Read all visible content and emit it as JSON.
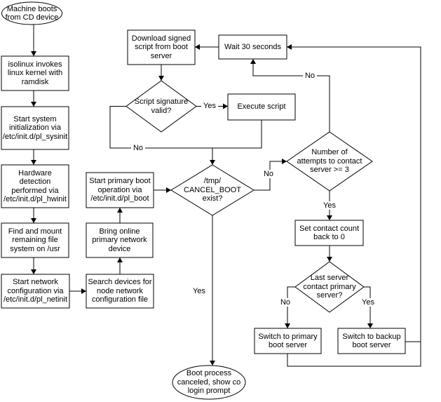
{
  "diagram": {
    "background": "#ffffff",
    "line_color": "#000000",
    "text_color": "#000000"
  },
  "nodes": {
    "machine_boots": {
      "shape": "ellipse",
      "label": "Machine boots\nfrom CD device"
    },
    "isolinux": {
      "shape": "box",
      "label": "isolinux invokes\nlinux kernel with\nramdisk"
    },
    "sysinit": {
      "shape": "box",
      "label": "Start system\ninitialization via\n/etc/init.d/pl_sysinit"
    },
    "hwinit": {
      "shape": "box",
      "label": "Hardware\ndetection\nperformed via\n/etc/init.d/pl_hwinit"
    },
    "findmount": {
      "shape": "box",
      "label": "Find and mount\nremaining file\nsystem on /usr"
    },
    "netinit": {
      "shape": "box",
      "label": "Start network\nconfiguration via\n/etc/init.d/pl_netinit"
    },
    "search_devices": {
      "shape": "box",
      "label": "Search devices for\nnode network\nconfiguration file"
    },
    "bring_online": {
      "shape": "box",
      "label": "Bring online\nprimary network\ndevice"
    },
    "pl_boot": {
      "shape": "box",
      "label": "Start primary boot\noperation via\n/etc/init.d/pl_boot"
    },
    "download": {
      "shape": "box",
      "label": "Download signed\nscript from boot\nserver"
    },
    "signature": {
      "shape": "diamond",
      "label": "Script signature\nvalid?"
    },
    "execute": {
      "shape": "box",
      "label": "Execute script"
    },
    "wait": {
      "shape": "box",
      "label": "Wait 30 seconds"
    },
    "cancel_boot": {
      "shape": "diamond",
      "label": "/tmp/\nCANCEL_BOOT\nexist?"
    },
    "attempts": {
      "shape": "diamond",
      "label": "Number of\nattempts to contact\nserver >= 3"
    },
    "set_count": {
      "shape": "box",
      "label": "Set contact count\nback to 0"
    },
    "last_server": {
      "shape": "diamond",
      "label": "Last server\ncontact primary\nserver?"
    },
    "switch_primary": {
      "shape": "box",
      "label": "Switch to primary\nboot server"
    },
    "switch_backup": {
      "shape": "box",
      "label": "Switch to backup\nboot server"
    },
    "boot_canceled": {
      "shape": "ellipse",
      "label": "Boot process\ncanceled, show co\nlogin prompt"
    }
  },
  "edge_labels": {
    "signature_yes": "Yes",
    "signature_no": "No",
    "cancel_no": "No",
    "cancel_yes": "Yes",
    "attempts_no": "No",
    "attempts_yes": "Yes",
    "last_server_no": "No",
    "last_server_yes": "Yes"
  }
}
